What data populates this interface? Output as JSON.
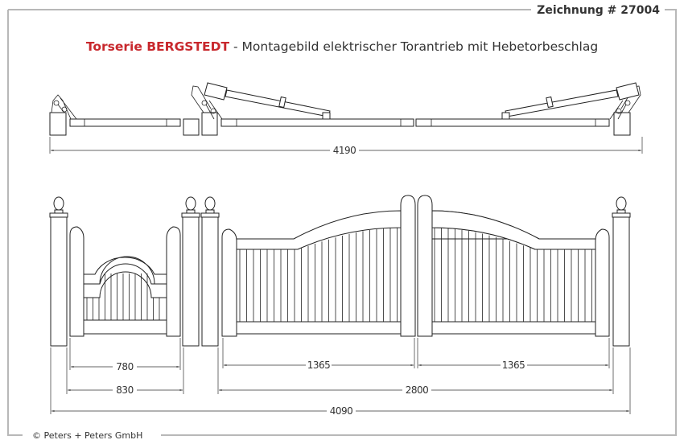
{
  "drawing_number": "Zeichnung # 27004",
  "title": {
    "series": "Torserie BERGSTEDT",
    "separator": " - ",
    "subtitle": "Montagebild elektrischer Torantrieb mit Hebetorbeschlag"
  },
  "colors": {
    "series_red": "#c8282d",
    "frame_gray": "#b8b8b8"
  },
  "plan_view": {
    "overall_width": "4190"
  },
  "elevation": {
    "dimensions": {
      "gate_clear": "780",
      "gate_post_to_post": "830",
      "leaf_left": "1365",
      "leaf_right": "1365",
      "double_gate_post_to_post": "2800",
      "overall": "4090"
    }
  },
  "footer": {
    "copyright": "©  Peters + Peters GmbH"
  }
}
